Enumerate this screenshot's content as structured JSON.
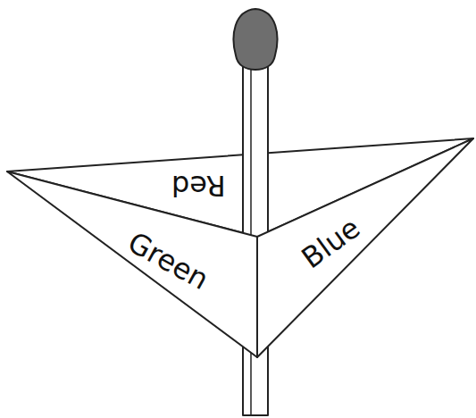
{
  "diagram": {
    "labels": [
      "Red",
      "Green",
      "Blue"
    ]
  }
}
